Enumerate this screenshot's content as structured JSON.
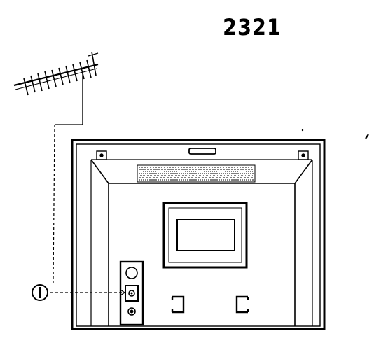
{
  "page": {
    "number": "2321"
  },
  "diagram": {
    "subject": "tv-rear-antenna-connection",
    "callouts": [
      "circled-1"
    ]
  },
  "colors": {
    "ink": "#000000",
    "paper": "#ffffff"
  }
}
